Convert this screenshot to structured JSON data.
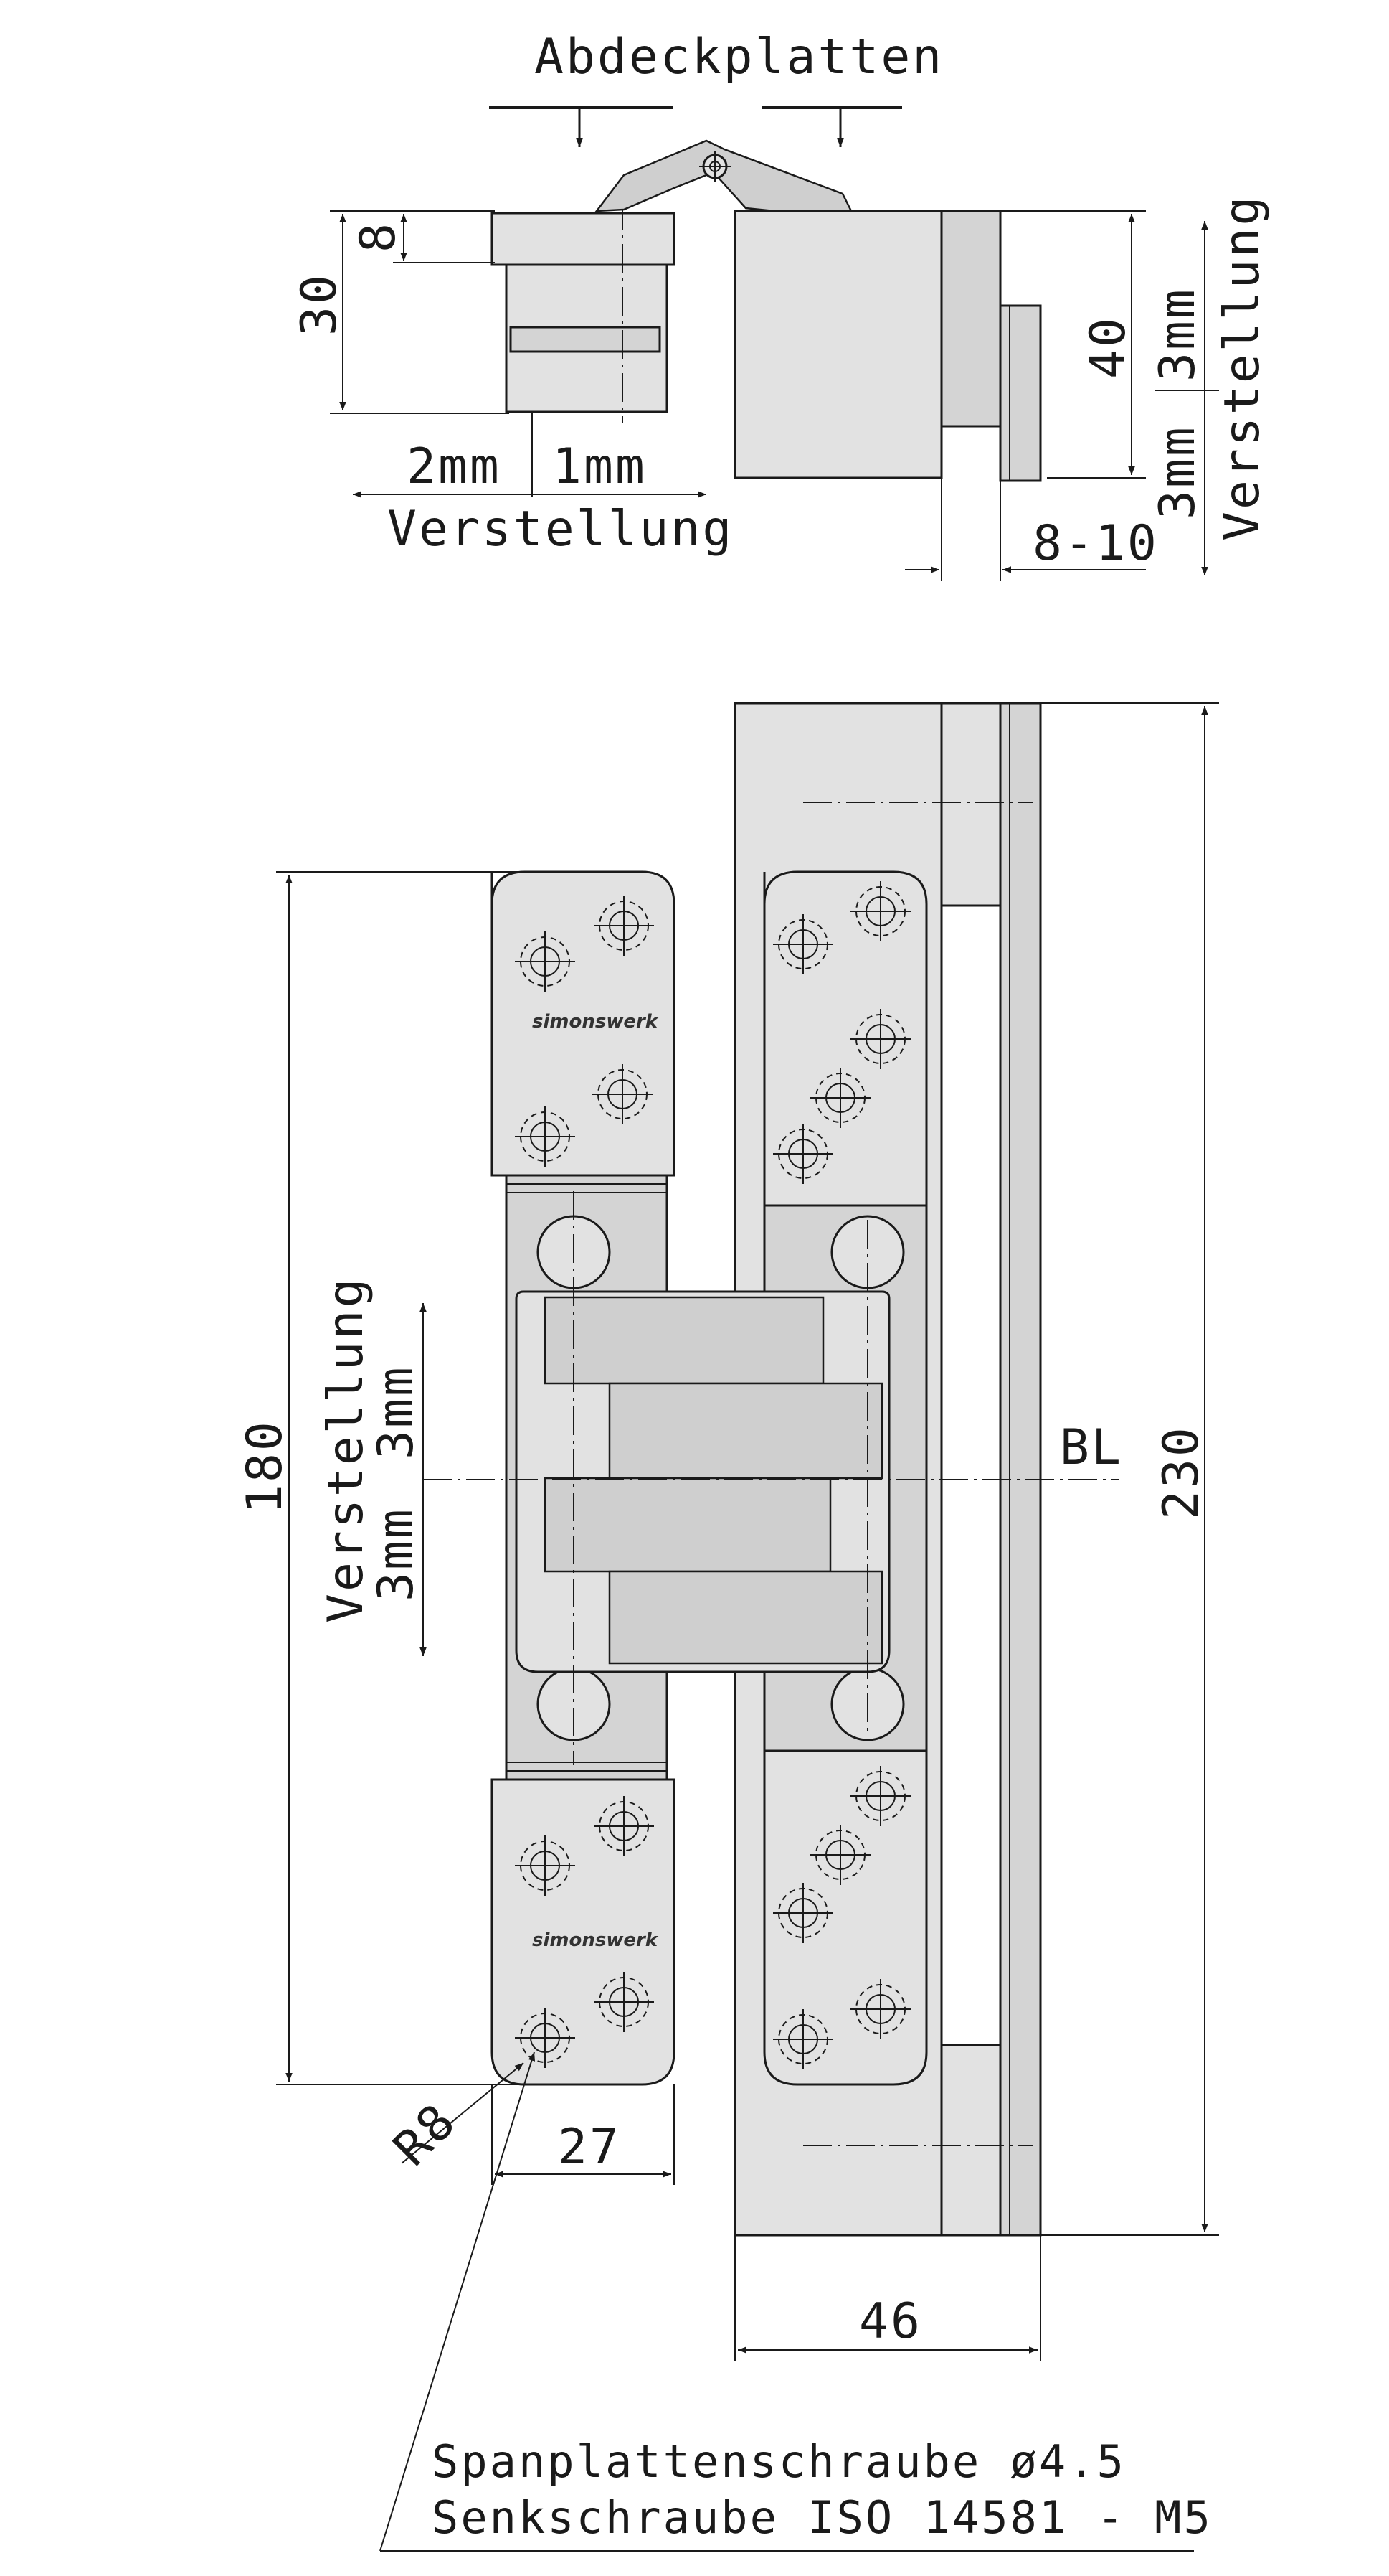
{
  "top_view": {
    "title": "Abdeckplatten",
    "dim_height": "30",
    "dim_plate": "8",
    "adj_left": "2mm",
    "adj_right": "1mm",
    "adj_label": "Verstellung",
    "dim_depth": "40",
    "adj_up": "3mm",
    "adj_down": "3mm",
    "adj_vertical_label": "Verstellung",
    "dim_gap": "8-10"
  },
  "front_view": {
    "dim_length": "180",
    "dim_total": "230",
    "adj_label": "Verstellung",
    "adj_up": "3mm",
    "adj_down": "3mm",
    "baseline_label": "BL",
    "radius_label": "R8",
    "dim_width": "27",
    "dim_frame": "46",
    "logo_top": "simonswerk",
    "logo_bottom": "simonswerk"
  },
  "notes": {
    "line1": "Spanplattenschraube ø4.5",
    "line2": "Senkschraube ISO 14581 - M5"
  }
}
